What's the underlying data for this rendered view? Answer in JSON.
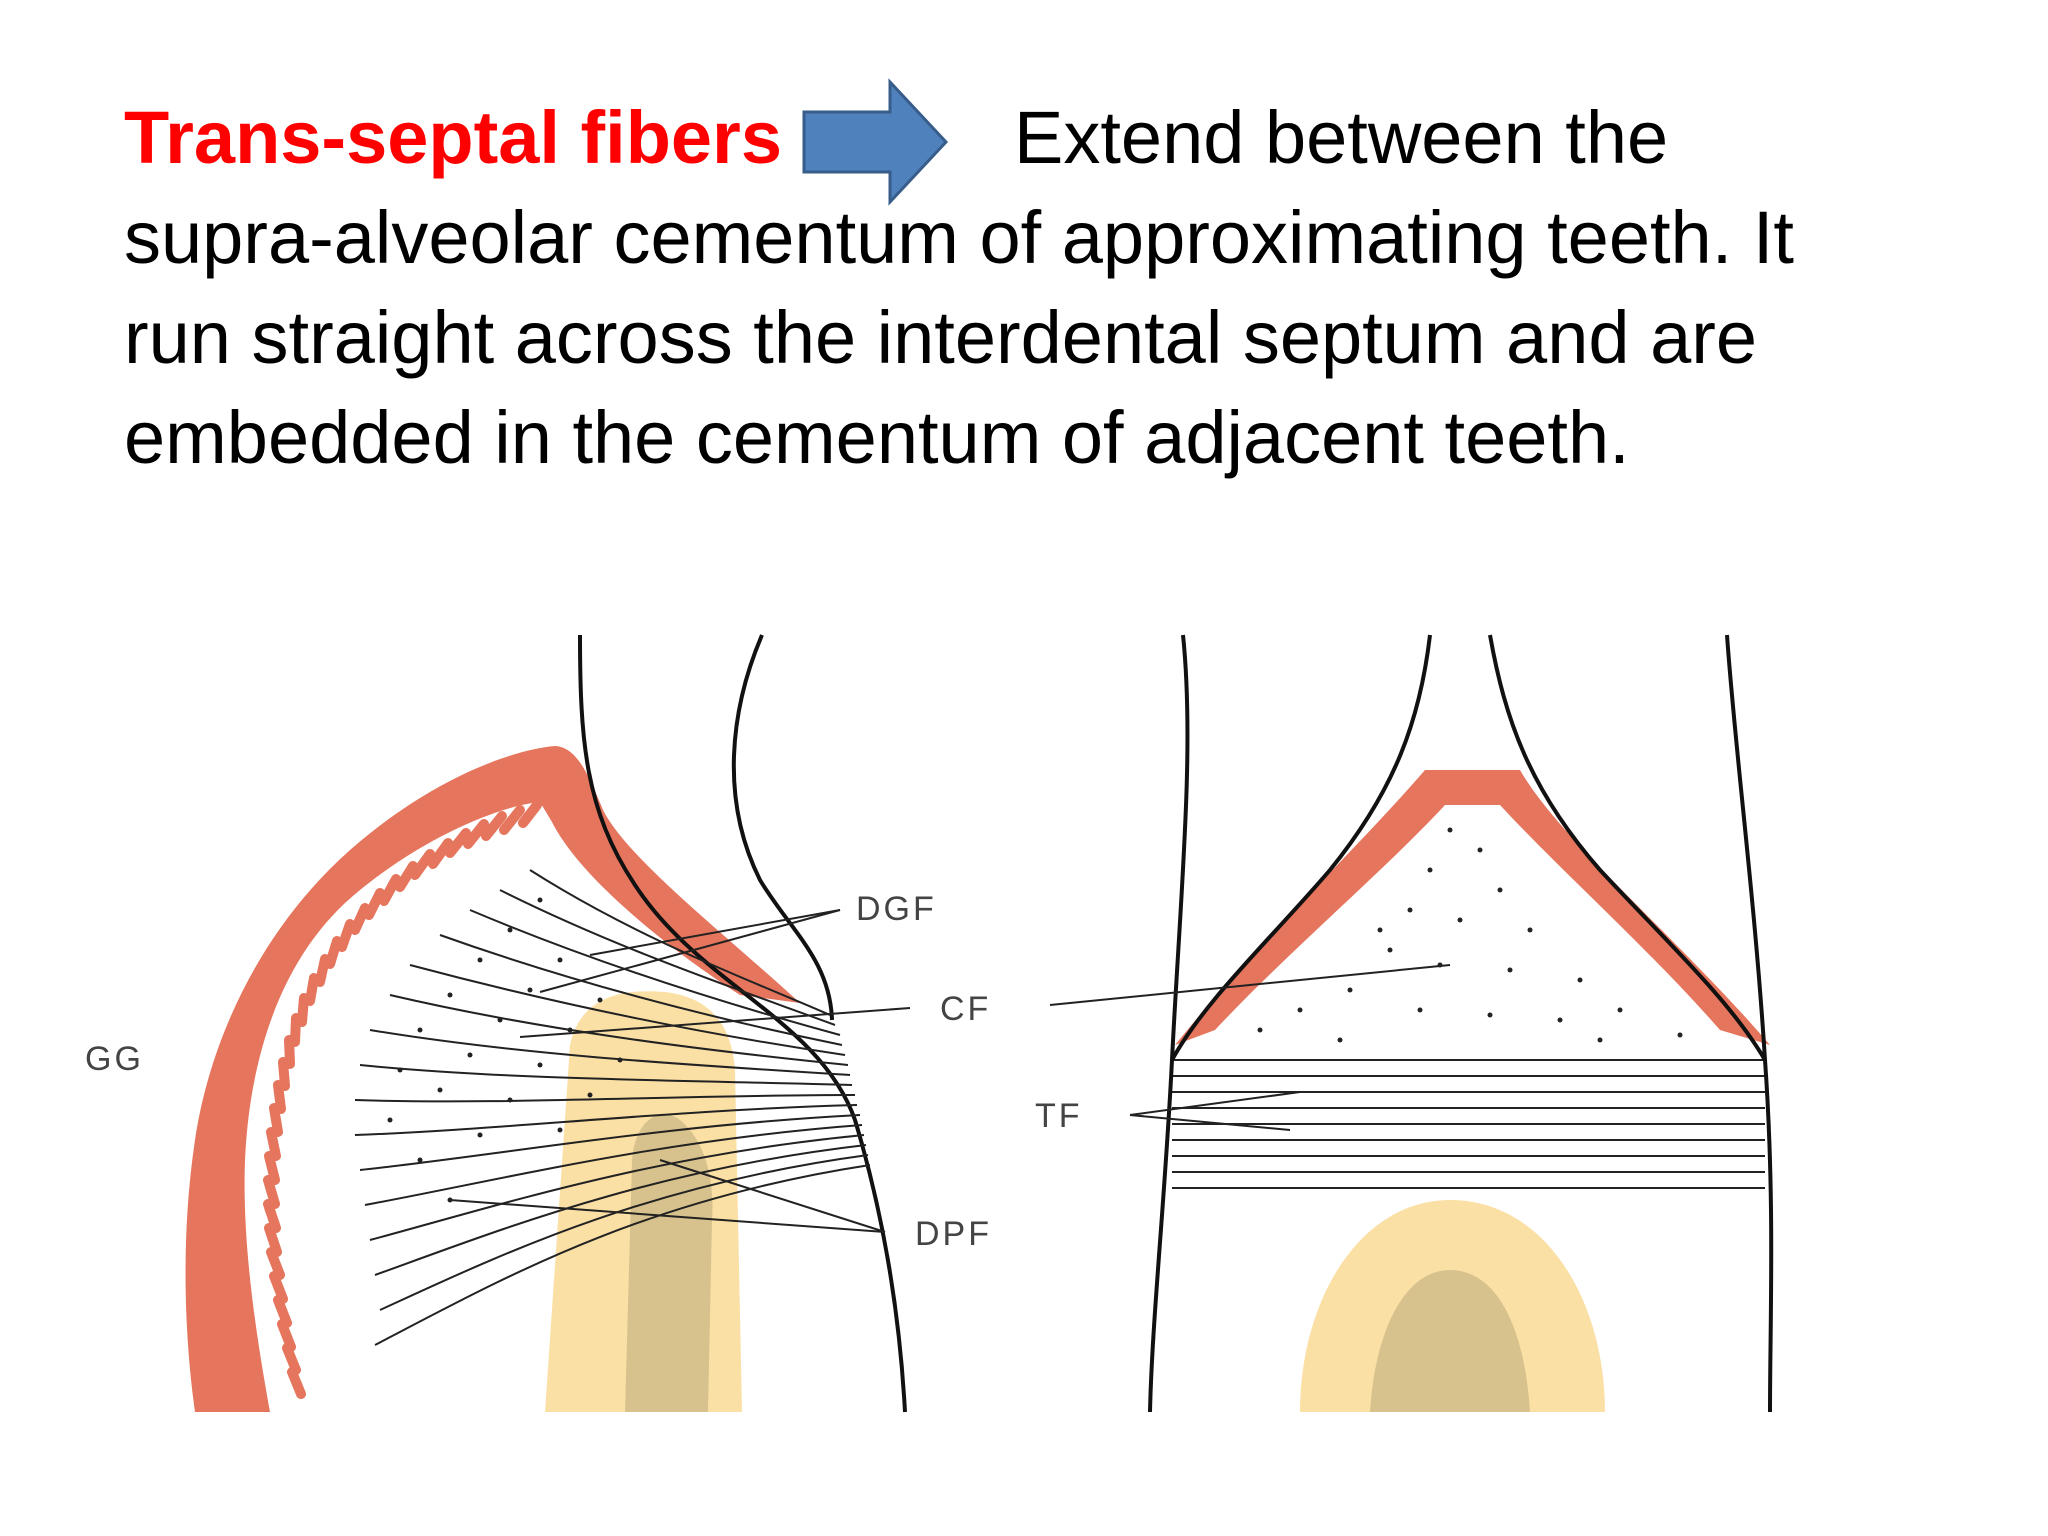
{
  "slide": {
    "term": "Trans-septal fibers",
    "arrow_icon": "right-arrow-icon",
    "first_line_rest": "Extend between the",
    "line_2": "supra-alveolar cementum of approximating teeth. It",
    "line_3": "run straight across the interdental septum and are",
    "line_4": "embedded in the cementum of adjacent teeth."
  },
  "colors": {
    "term": "#ff0000",
    "arrow_fill": "#4f81bd",
    "arrow_stroke": "#385d8a",
    "epithelium": "#e5755d",
    "bone": "#fbe0a6",
    "marrow": "#d7c28e"
  },
  "diagram": {
    "labels": {
      "gg": "GG",
      "dgf": "DGF",
      "cf": "CF",
      "tf": "TF",
      "dpf": "DPF"
    }
  }
}
